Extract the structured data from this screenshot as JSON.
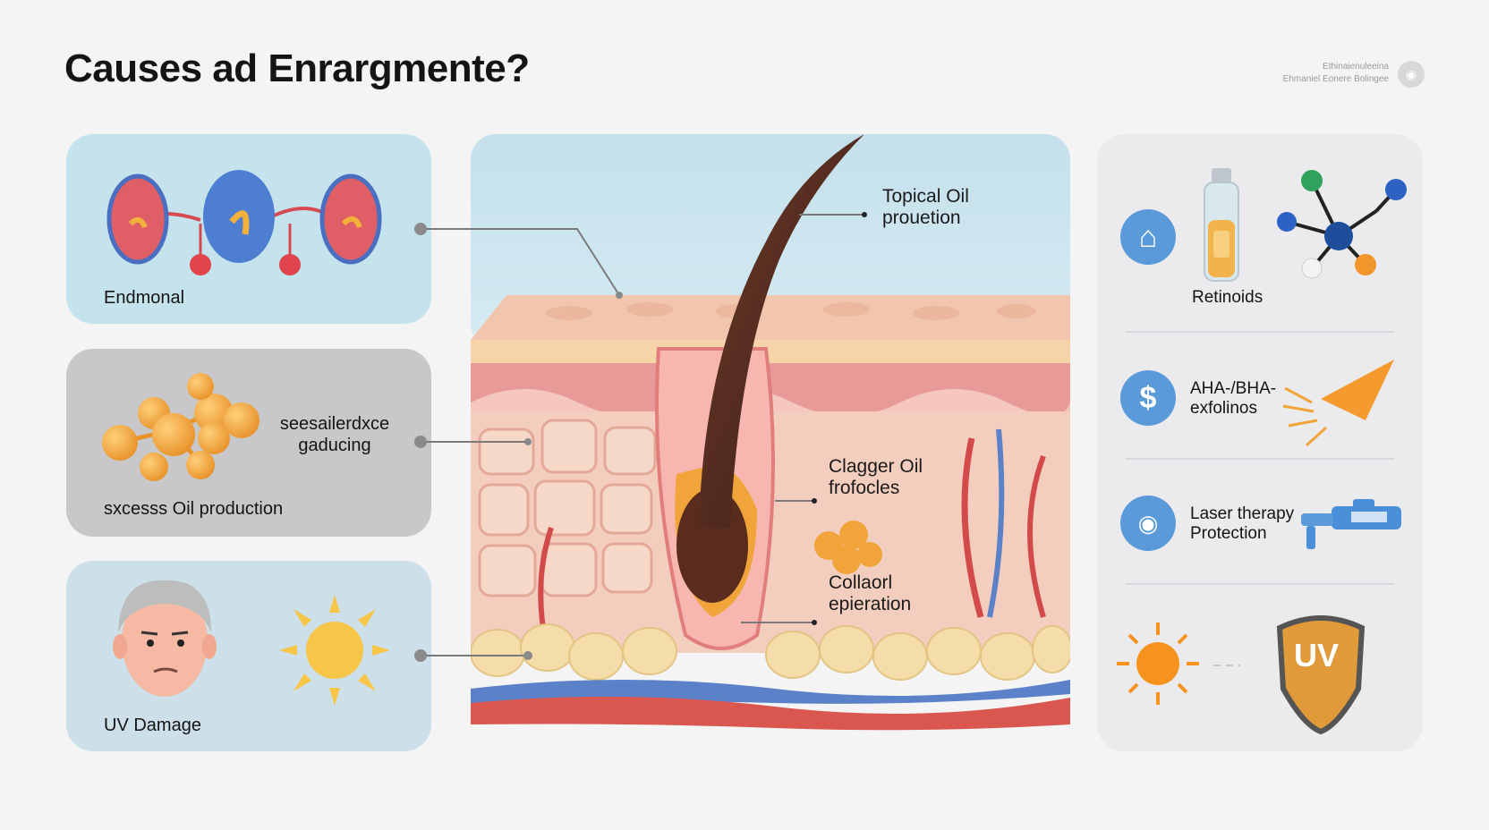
{
  "title": "Causes ad Enrargmente?",
  "brand": {
    "line1": "Ethinaienuleeina",
    "line2": "Ehmaniel Eonere Bolingee"
  },
  "causes": {
    "hormonal": {
      "label": "Endmonal"
    },
    "oil": {
      "label": "sxcesss Oil production",
      "sublabel": "seesailerdxce gaducing"
    },
    "uv": {
      "label": "UV Damage"
    }
  },
  "diagram": {
    "callouts": {
      "topical": "Topical Oil\nprouetion",
      "clagger": "Clagger Oil\nfrofocles",
      "collagen": "Collaorl\nepieration"
    }
  },
  "treatments": {
    "retinoids": "Retinoids",
    "aha_bha": "AHA-/BHA-\nexfolinos",
    "laser": "Laser therapy\nProtection",
    "dollar_glyph": "$",
    "uv_shield": "UV"
  },
  "colors": {
    "accent_blue": "#5b9ad8",
    "oil_orange": "#f0a43a",
    "skin_pink": "#f3c9b8",
    "sun_yellow": "#f7c548"
  },
  "icons": [
    "kidney-icon",
    "oil-molecule-icon",
    "face-icon",
    "sun-icon",
    "bottle-icon",
    "molecule-icon",
    "dollar-icon",
    "exfoliate-cone-icon",
    "eye-icon",
    "laser-device-icon",
    "uv-shield-icon"
  ]
}
